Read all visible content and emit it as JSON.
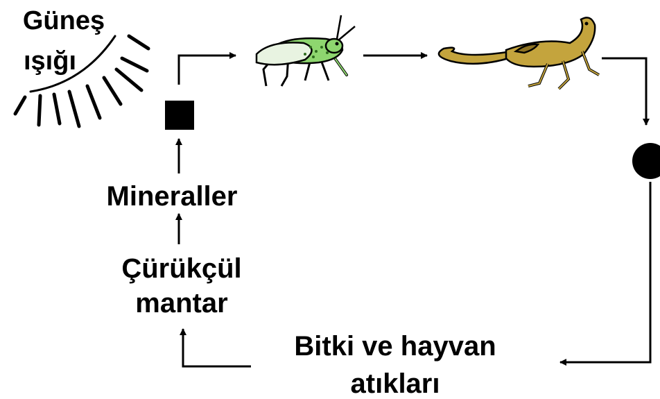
{
  "labels": {
    "sunlight_line1": "Güneş",
    "sunlight_line2": "ışığı",
    "minerals": "Mineraller",
    "decomposer_line1": "Çürükçül",
    "decomposer_line2": "mantar",
    "waste_line1": "Bitki ve hayvan",
    "waste_line2": "atıkları"
  },
  "icons": {
    "sun": "sun-rays-icon",
    "producer": "filled-square-icon",
    "primary_consumer": "grasshopper-icon",
    "secondary_consumer": "lizard-icon",
    "tertiary_consumer": "filled-circle-icon"
  },
  "colors": {
    "ink": "#000000",
    "grasshopper_body": "#8ed66f",
    "grasshopper_wing": "#e8f3e1",
    "lizard_body": "#c4a43d",
    "lizard_shadow": "#8f7424"
  }
}
